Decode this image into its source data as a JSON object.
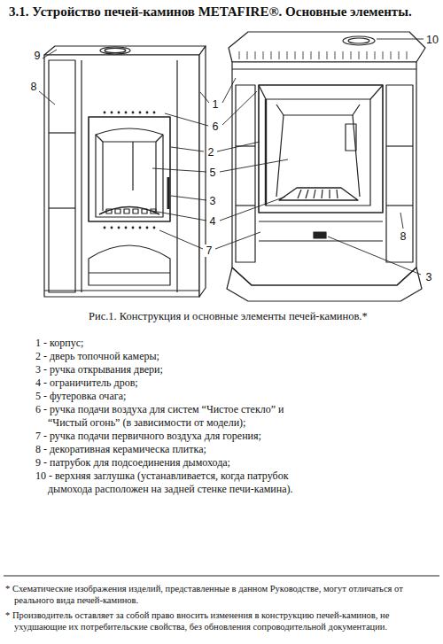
{
  "diagram": {
    "title": "3.1. Устройство печей-каминов METAFIRE®. Основные элементы.",
    "caption": "Рис.1. Конструкция и основные элементы печей-каминов.*",
    "labels": [
      "9",
      "8",
      "1",
      "6",
      "2",
      "5",
      "3",
      "4",
      "7",
      "10",
      "8",
      "3",
      "1 - корпус;",
      "2 - дверь топочной камеры;",
      "3 - ручка открывания двери;",
      "4 - ограничитель дров;",
      "5 - футеровка очага;",
      "6 - ручка подачи воздуха для систем “Чистое стекло” и “Чистый огонь” (в зависимости от модели);",
      "7 - ручка подачи первичного воздуха для горения;",
      "8 - декоративная керамическа плитка;",
      "9 - патрубок для подсоединения дымохода;",
      "10 - верхняя заглушка (устанавливается, когда патрубок дымохода расположен на задней стенке печи-камина).",
      "* Схематические изображения изделий, представленные в данном Руководстве, могут отличаться от реального вида печей-каминов.",
      "* Производитель оставляет за собой право вносить изменения в конструкцию печей-каминов, не ухудшающие их потребительские свойства, без обновления сопроводительной документации."
    ]
  }
}
